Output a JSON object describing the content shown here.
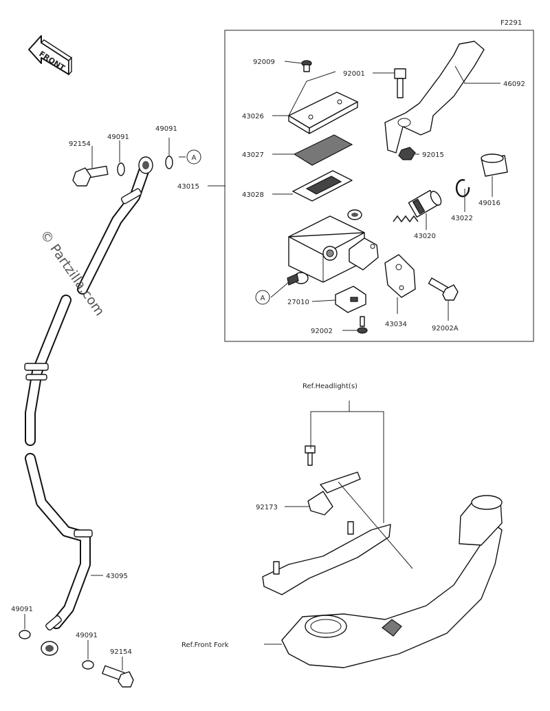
{
  "figure_code": "F2291",
  "front_label": "FRONT",
  "watermark": "© Partzilla.com",
  "callout_a": "A",
  "ref_headlight": "Ref.Headlight(s)",
  "ref_front_fork": "Ref.Front Fork",
  "parts": {
    "p92009": "92009",
    "p92001": "92001",
    "p46092": "46092",
    "p43026": "43026",
    "p43027": "43027",
    "p92015": "92015",
    "p43015": "43015",
    "p43028": "43028",
    "p49016": "49016",
    "p43022": "43022",
    "p43020": "43020",
    "p27010": "27010",
    "p43034": "43034",
    "p92002A": "92002A",
    "p92002": "92002",
    "p92154_top": "92154",
    "p49091_top_a": "49091",
    "p49091_top_b": "49091",
    "p92173": "92173",
    "p43095": "43095",
    "p49091_bot_a": "49091",
    "p49091_bot_b": "49091",
    "p92154_bot": "92154"
  }
}
